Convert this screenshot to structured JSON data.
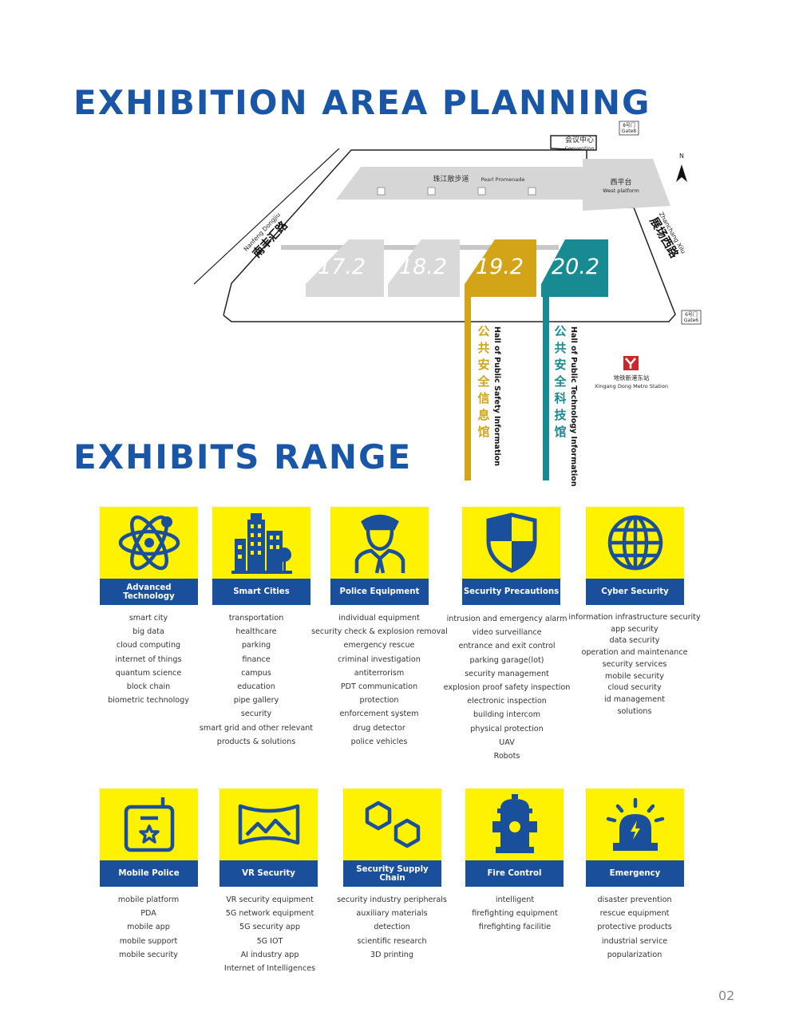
{
  "headings": {
    "area_planning": "EXHIBITION AREA PLANNING",
    "exhibits_range": "EXHIBITS RANGE"
  },
  "map": {
    "gate8_cn": "8号门",
    "gate8_en": "Gate8",
    "gate6_cn": "6号门",
    "gate6_en": "Gate6",
    "convention_cn": "会议中心",
    "convention_en": "Convention",
    "promenade_cn": "珠江散步道",
    "promenade_en": "Pearl Promenade",
    "west_platform_cn": "西平台",
    "west_platform_en": "West platform",
    "north": "N",
    "road_left_en": "Nanfeng Dongjiu",
    "road_left_cn": "南丰汇路",
    "road_right_en": "Zhanchang Xilu",
    "road_right_cn": "展场西路",
    "halls": [
      "17.2",
      "18.2",
      "19.2",
      "20.2"
    ],
    "hall_192_cn": "公共安全信息馆",
    "hall_192_en": "Hall of Public Safety Information",
    "hall_202_cn": "公共安全科技馆",
    "hall_202_en": "Hall of Public Technology Information",
    "metro_cn": "地铁新港东站",
    "metro_en": "Xingang Dong Metro Station",
    "colors": {
      "gold": "#d4a418",
      "teal": "#178a92",
      "gray": "#d9d9d9"
    }
  },
  "categories": [
    {
      "name": "Advanced Technology",
      "icon": "atom-icon",
      "items": [
        "smart city",
        "big data",
        "cloud computing",
        "internet of things",
        "quantum science",
        "block chain",
        "biometric technology"
      ]
    },
    {
      "name": "Smart Cities",
      "icon": "city-buildings-icon",
      "items": [
        "transportation",
        "healthcare",
        "parking",
        "finance",
        "campus",
        "education",
        "pipe gallery",
        "security",
        "smart grid and other relevant",
        "products & solutions"
      ]
    },
    {
      "name": "Police Equipment",
      "icon": "police-officer-icon",
      "items": [
        "individual equipment",
        "security check & explosion removal",
        "emergency rescue",
        "criminal investigation",
        "antiterrorism",
        "PDT communication",
        "protection",
        "enforcement system",
        "drug detector",
        "police vehicles"
      ]
    },
    {
      "name": "Security Precautions",
      "icon": "shield-icon",
      "items": [
        "intrusion and emergency alarm",
        "video surveillance",
        "entrance and exit control",
        "parking garage(lot)",
        "security management",
        "explosion proof safety inspection",
        "electronic inspection",
        "building intercom",
        "physical protection",
        "UAV",
        "Robots"
      ]
    },
    {
      "name": "Cyber Security",
      "icon": "globe-icon",
      "items": [
        "information infrastructure security",
        "app security",
        "data security",
        "operation and maintenance",
        "security services",
        "mobile security",
        "cloud security",
        "id management",
        "solutions"
      ]
    },
    {
      "name": "Mobile Police",
      "icon": "radio-device-icon",
      "items": [
        "mobile platform",
        "PDA",
        "mobile app",
        "mobile support",
        "mobile security"
      ]
    },
    {
      "name": "VR Security",
      "icon": "vr-panorama-icon",
      "items": [
        "VR security equipment",
        "5G network equipment",
        "5G security app",
        "5G IOT",
        "AI industry app",
        "Internet of Intelligences"
      ]
    },
    {
      "name": "Security Supply Chain",
      "icon": "chain-link-icon",
      "items": [
        "security industry peripherals",
        "auxiliary materials",
        "detection",
        "scientific research",
        "3D printing"
      ]
    },
    {
      "name": "Fire Control",
      "icon": "fire-hydrant-icon",
      "items": [
        "intelligent",
        "firefighting equipment",
        "firefighting facilitie"
      ]
    },
    {
      "name": "Emergency",
      "icon": "alarm-light-icon",
      "items": [
        "disaster prevention",
        "rescue equipment",
        "protective products",
        "industrial service",
        "popularization"
      ]
    }
  ],
  "page_number": "02"
}
